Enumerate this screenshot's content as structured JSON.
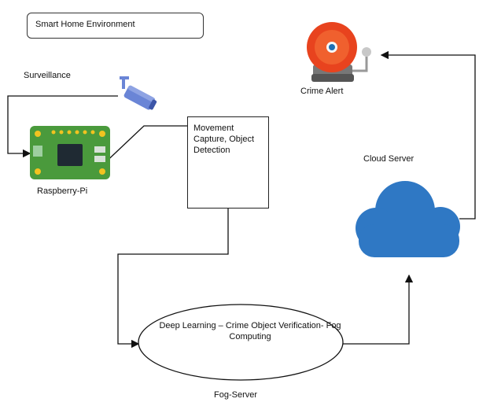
{
  "diagram": {
    "environment_label": "Smart Home Environment",
    "surveillance_label": "Surveillance",
    "raspberry_label": "Raspberry-Pi",
    "process_box_text": "Movement Capture, Object Detection",
    "fog_process_text": "Deep Learning – Crime Object Verification- Fog Computing",
    "fog_server_label": "Fog-Server",
    "cloud_server_label": "Cloud Server",
    "alert_label": "Crime Alert"
  },
  "icons": {
    "camera": "cctv-camera-icon",
    "board": "raspberry-pi-board-icon",
    "cloud": "cloud-icon",
    "alarm": "alarm-bell-icon"
  },
  "colors": {
    "board_green": "#4a9a3c",
    "cloud_blue": "#2f78c4",
    "alarm_red": "#e8431e",
    "camera_blue": "#5f7bd0"
  }
}
